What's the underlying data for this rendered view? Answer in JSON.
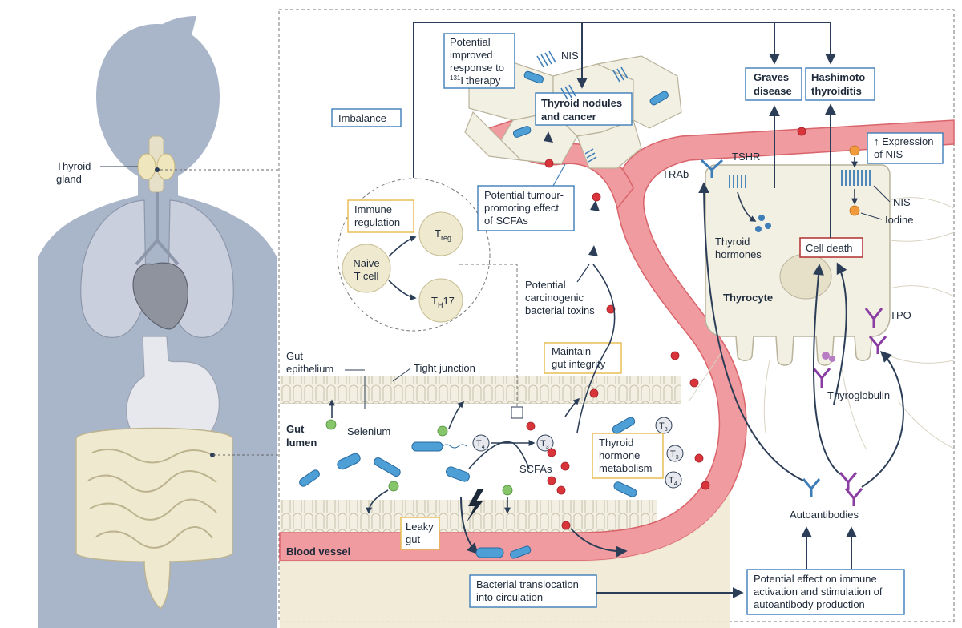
{
  "body_panel": {
    "thyroid_label": [
      "Thyroid",
      "gland"
    ]
  },
  "labels": {
    "imbalance": "Imbalance",
    "immune_regulation": [
      "Immune",
      "regulation"
    ],
    "naive_t_cell": [
      "Naive",
      "T cell"
    ],
    "treg": "T",
    "treg_sub": "reg",
    "th17_pre": "T",
    "th17_sub": "H",
    "th17_post": "17",
    "gut_epithelium": [
      "Gut",
      "epithelium"
    ],
    "tight_junction": "Tight junction",
    "gut_lumen": [
      "Gut",
      "lumen"
    ],
    "selenium": "Selenium",
    "scfas": "SCFAs",
    "leaky_gut": [
      "Leaky",
      "gut"
    ],
    "blood_vessel": "Blood vessel",
    "bacterial_translocation": [
      "Bacterial translocation",
      "into circulation"
    ],
    "maintain_gut_integrity": [
      "Maintain",
      "gut integrity"
    ],
    "thyroid_hormone_metabolism": [
      "Thyroid",
      "hormone",
      "metabolism"
    ],
    "potential_carcinogenic": [
      "Potential",
      "carcinogenic",
      "bacterial toxins"
    ],
    "potential_tumour": [
      "Potential tumour-",
      "promoting effect",
      "of SCFAs"
    ],
    "potential_improved": [
      "Potential",
      "improved",
      "response to",
      "therapy"
    ],
    "iodine_131": "131",
    "iodine_131_suffix": "I",
    "nis_top": "NIS",
    "thyroid_nodules": [
      "Thyroid nodules",
      "and cancer"
    ],
    "graves": [
      "Graves",
      "disease"
    ],
    "hashimoto": [
      "Hashimoto",
      "thyroiditis"
    ],
    "expression_nis": [
      "↑ Expression",
      "of NIS"
    ],
    "trab": "TRAb",
    "tshr": "TSHR",
    "nis": "NIS",
    "iodine": "Iodine",
    "thyroid_hormones": [
      "Thyroid",
      "hormones"
    ],
    "cell_death": "Cell death",
    "thyrocyte": "Thyrocyte",
    "tpo": "TPO",
    "thyroglobulin": "Thyroglobulin",
    "autoantibodies": "Autoantibodies",
    "potential_effect": [
      "Potential effect on immune",
      "activation and stimulation of",
      "autoantibody production"
    ],
    "t4": "T",
    "t4_sub": "4",
    "t3": "T",
    "t3_sub": "3"
  },
  "colors": {
    "silhouette": "#a9b5c8",
    "vessel": "#ef9b9f",
    "vessel_edge": "#d9646b",
    "accent_blue": "#3d7db8",
    "accent_yellow": "#e7b94a",
    "accent_red": "#b53a3a",
    "bacteria": "#4e9fd6",
    "antibody": "#8a3ea2"
  },
  "icons": [
    "lightning-bolt-icon",
    "antibody-icon",
    "receptor-icon",
    "bacterium-icon"
  ]
}
